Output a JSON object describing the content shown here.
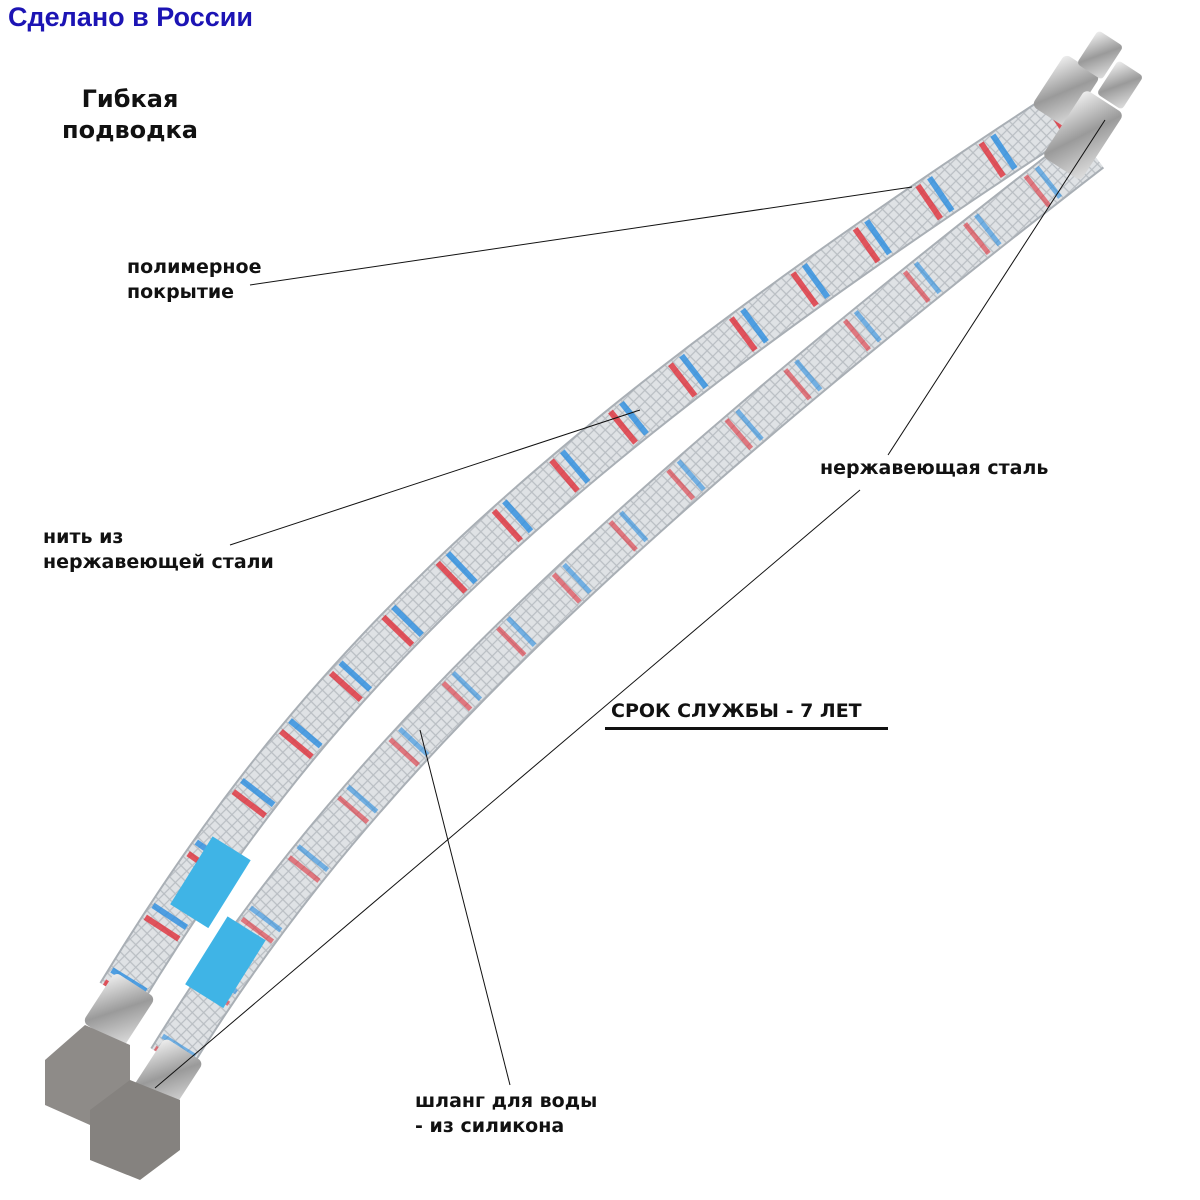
{
  "header": {
    "made_in": "Сделано в России",
    "title_line1": "Гибкая",
    "title_line2": "подводка"
  },
  "labels": {
    "polymer": [
      "полимерное",
      "покрытие"
    ],
    "thread": [
      "нить из",
      "нержавеющей стали"
    ],
    "steel": "нержавеющая сталь",
    "lifetime": "СРОК СЛУЖБЫ - 7 ЛЕТ",
    "hose": [
      "шланг для воды",
      "- из силикона"
    ]
  },
  "colors": {
    "brand": "#1c14b4",
    "braid": "#d9dde0",
    "red_stripe": "#e0303a",
    "blue_stripe": "#2a8de0",
    "label_blue": "#3fb4e6"
  }
}
